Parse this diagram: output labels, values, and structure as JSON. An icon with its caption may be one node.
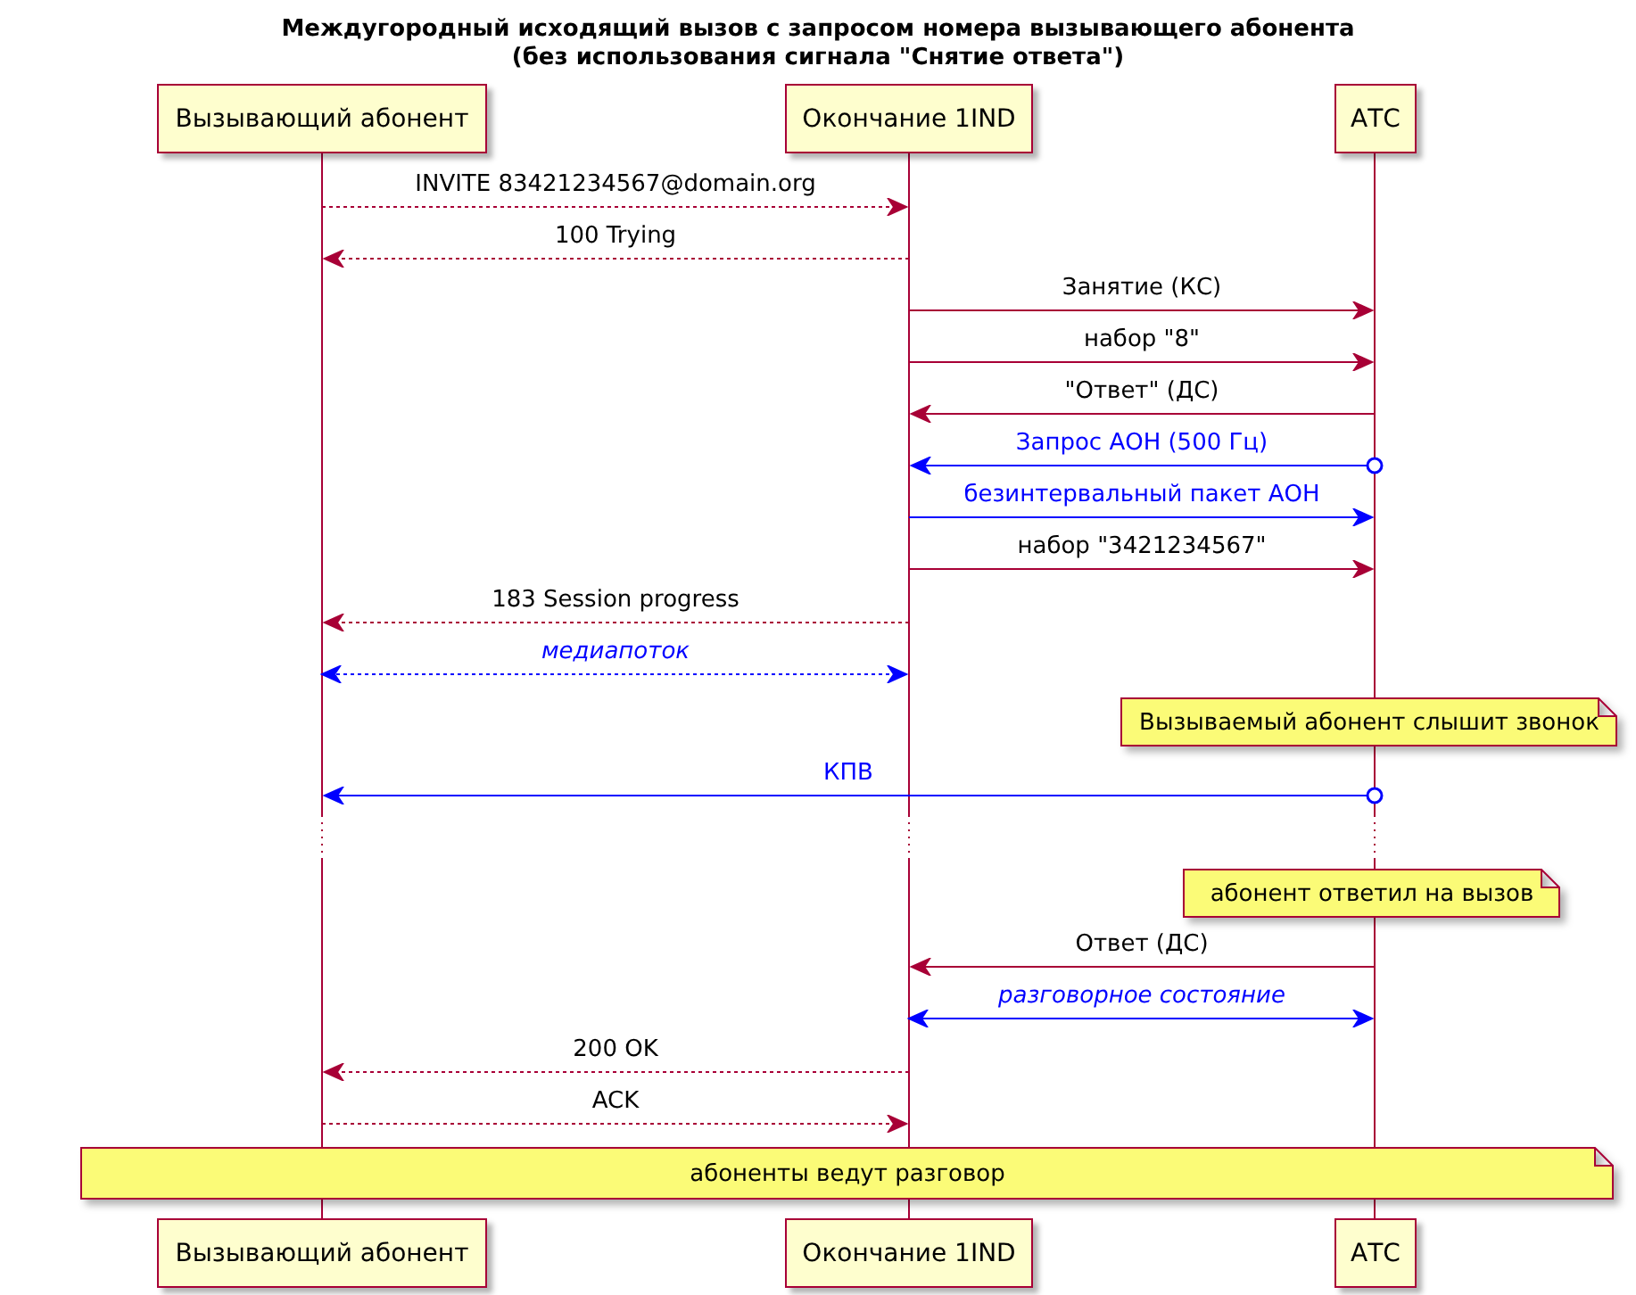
{
  "diagram": {
    "title": "Междугородный исходящий вызов с запросом номера вызывающего абонента (без использования сигнала \"Снятие ответа\")",
    "nodes": [
      {
        "text": [
          "Вызывающий абонент"
        ]
      },
      {
        "text": [
          "Окончание 1IND"
        ]
      },
      {
        "text": [
          "АТС"
        ]
      },
      {
        "text": [],
        "shape": "line"
      },
      {
        "text": [],
        "shape": "line"
      },
      {
        "text": [],
        "shape": "line"
      },
      {
        "text": [
          "Вызываемый абонент слышит звонок"
        ]
      },
      {
        "text": [
          "абонент ответил на вызов"
        ]
      },
      {
        "text": [
          "абоненты ведут разговор"
        ]
      },
      {
        "text": [
          "Вызывающий абонент"
        ]
      },
      {
        "text": [
          "Окончание 1IND"
        ]
      },
      {
        "text": [
          "АТС"
        ]
      }
    ],
    "edges": [
      {
        "from": 3,
        "to": 4,
        "arrow": "to",
        "label": "INVITE 83421234567@domain.org",
        "style": "dashed"
      },
      {
        "from": 4,
        "to": 3,
        "arrow": "to",
        "label": "100 Trying",
        "style": "dashed"
      },
      {
        "from": 4,
        "to": 5,
        "arrow": "to",
        "label": "Занятие (КС)"
      },
      {
        "from": 4,
        "to": 5,
        "arrow": "to",
        "label": "набор \"8\""
      },
      {
        "from": 5,
        "to": 4,
        "arrow": "to",
        "label": "\"Ответ\" (ДС)"
      },
      {
        "from": 5,
        "to": 4,
        "arrow": "to",
        "label": "Запрос АОН (500 Гц)",
        "color": "#0000ff"
      },
      {
        "from": 4,
        "to": 5,
        "arrow": "to",
        "label": "безинтервальный пакет АОН",
        "color": "#0000ff"
      },
      {
        "from": 4,
        "to": 5,
        "arrow": "to",
        "label": "набор \"3421234567\""
      },
      {
        "from": 4,
        "to": 3,
        "arrow": "to",
        "label": "183 Session progress",
        "style": "dashed"
      },
      {
        "from": 3,
        "to": 4,
        "arrow": "both",
        "label": "медиапоток",
        "style": "dashed",
        "color": "#0000ff"
      },
      {
        "from": 5,
        "to": 3,
        "arrow": "to",
        "label": "КПВ",
        "color": "#0000ff"
      },
      {
        "from": 5,
        "to": 4,
        "arrow": "to",
        "label": "Ответ (ДС)"
      },
      {
        "from": 4,
        "to": 5,
        "arrow": "both",
        "label": "разговорное состояние",
        "color": "#0000ff"
      },
      {
        "from": 4,
        "to": 3,
        "arrow": "to",
        "label": "200 OK",
        "style": "dashed"
      },
      {
        "from": 3,
        "to": 4,
        "arrow": "to",
        "label": "ACK",
        "style": "dashed"
      }
    ]
  }
}
